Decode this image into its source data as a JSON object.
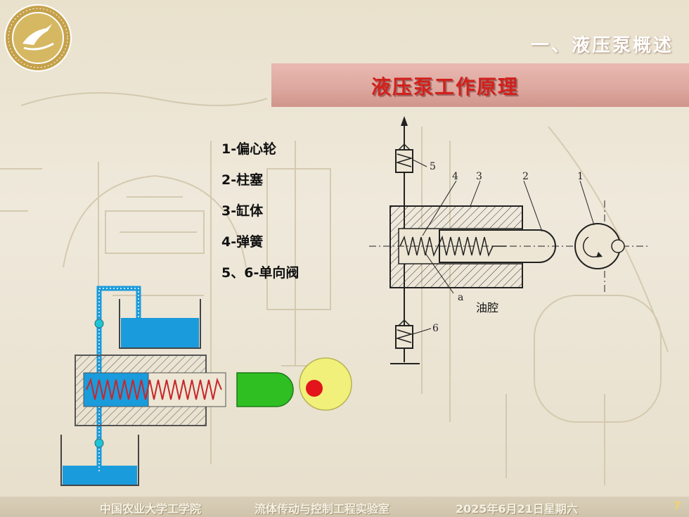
{
  "slide": {
    "section_title": "一、液压泵概述",
    "header_title": "液压泵工作原理",
    "legend": [
      {
        "label": "1-偏心轮"
      },
      {
        "label": "2-柱塞"
      },
      {
        "label": "3-缸体"
      },
      {
        "label": "4-弹簧"
      },
      {
        "label": "5、6-单向阀"
      }
    ],
    "diagram": {
      "callouts": [
        "4",
        "3",
        "2",
        "1",
        "5",
        "6",
        "a"
      ],
      "chamber_label": "油腔"
    },
    "footer": {
      "college": "中国农业大学工学院",
      "lab": "流体传动与控制工程实验室",
      "date": "2025年6月21日星期六",
      "page": "7"
    }
  },
  "colors": {
    "header_text": "#d2201c",
    "oil_blue": "#1a9bdc",
    "plunger_green": "#2fbf23",
    "cam_yellow": "#f1f07a",
    "cam_center_red": "#e3141b"
  }
}
